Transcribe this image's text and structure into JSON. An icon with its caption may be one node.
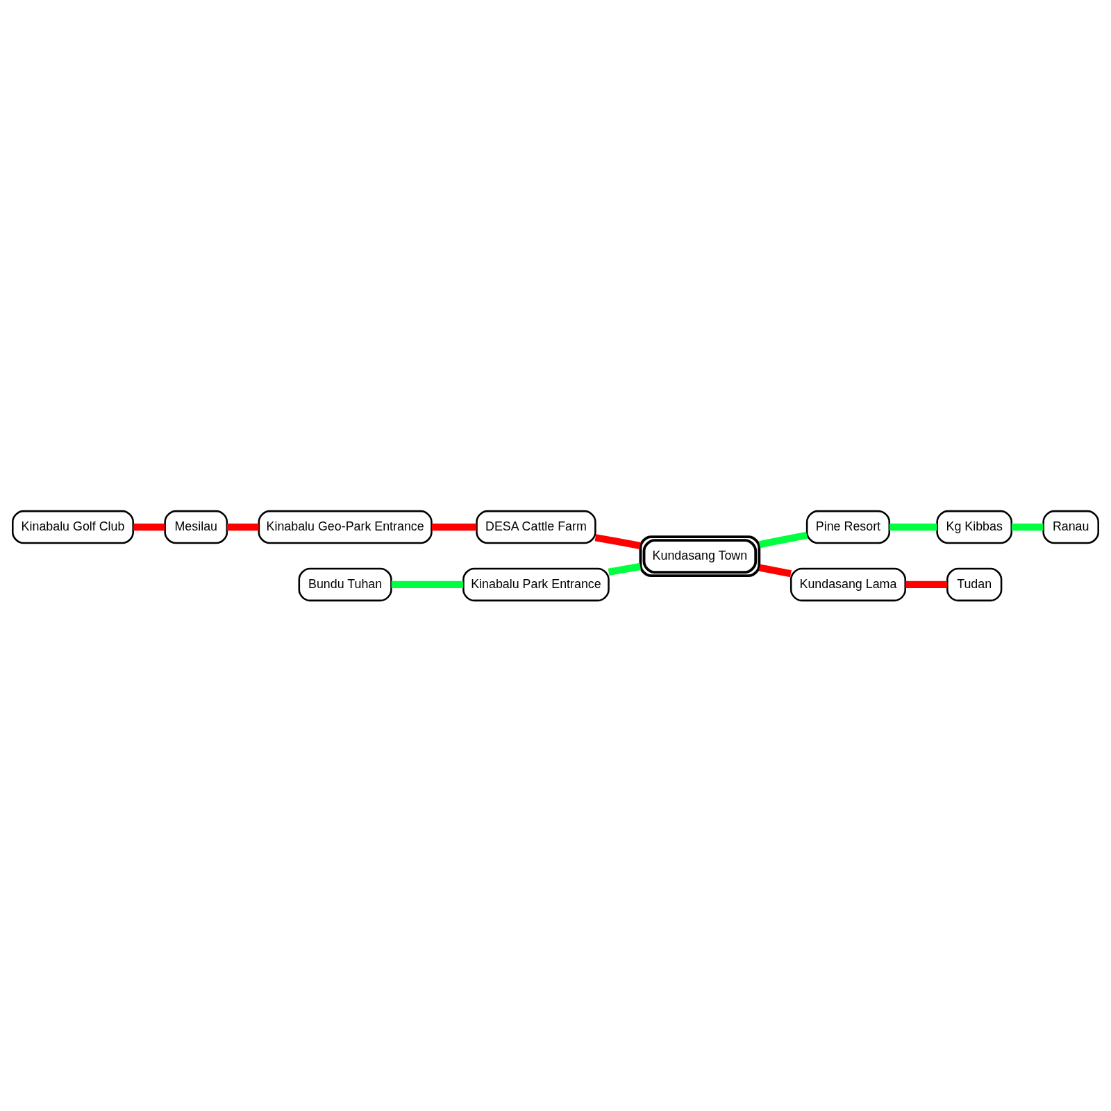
{
  "diagram": {
    "nodes": [
      {
        "text": [
          "Kinabalu Golf Club"
        ]
      },
      {
        "text": [
          "Mesilau"
        ]
      },
      {
        "text": [
          "Kinabalu Geo-Park Entrance"
        ]
      },
      {
        "text": [
          "DESA Cattle Farm"
        ]
      },
      {
        "text": [
          "Kundasang Town"
        ]
      },
      {
        "text": [
          "Pine Resort"
        ]
      },
      {
        "text": [
          "Kinabalu Park Entrance"
        ]
      },
      {
        "text": [
          "Kg Kibbas"
        ]
      },
      {
        "text": [
          "Kundasang Lama"
        ]
      },
      {
        "text": [
          "Ranau"
        ]
      },
      {
        "text": [
          "Bundu Tuhan"
        ]
      },
      {
        "text": [
          "Tudan"
        ]
      }
    ],
    "edges": [
      {
        "from": 0,
        "to": 1,
        "arrow": "none"
      },
      {
        "from": 1,
        "to": 2,
        "arrow": "none"
      },
      {
        "from": 2,
        "to": 3,
        "arrow": "none"
      },
      {
        "from": 3,
        "to": 4,
        "arrow": "none"
      },
      {
        "from": 4,
        "to": 8,
        "arrow": "none"
      },
      {
        "from": 8,
        "to": 11,
        "arrow": "none"
      },
      {
        "from": 10,
        "to": 6,
        "arrow": "none",
        "color": "#00ff40"
      },
      {
        "from": 6,
        "to": 4,
        "arrow": "none",
        "color": "#00ff40"
      },
      {
        "from": 4,
        "to": 5,
        "arrow": "none",
        "color": "#00ff40"
      },
      {
        "from": 5,
        "to": 7,
        "arrow": "none",
        "color": "#00ff40"
      },
      {
        "from": 7,
        "to": 9,
        "arrow": "none",
        "color": "#00ff40"
      }
    ]
  }
}
